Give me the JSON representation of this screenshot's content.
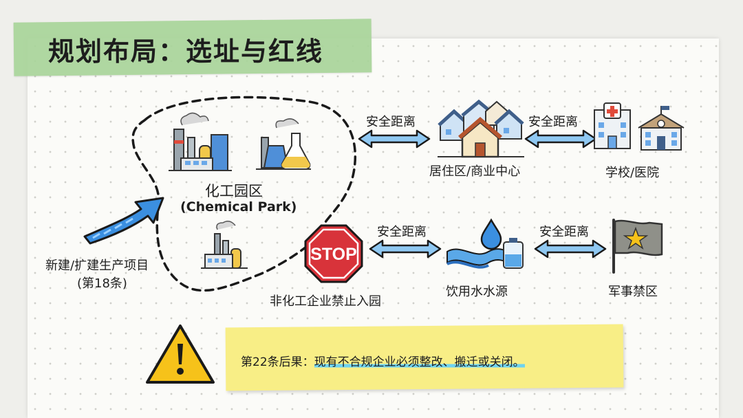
{
  "title": "规划布局：选址与红线",
  "chemical_park": {
    "label_cn": "化工园区",
    "label_en": "(Chemical Park)"
  },
  "new_project": {
    "line1": "新建/扩建生产项目",
    "line2": "(第18条)"
  },
  "stop": {
    "sign": "STOP",
    "caption": "非化工企业禁止入园"
  },
  "distance_label": "安全距离",
  "residential": "居住区/商业中心",
  "school_hospital": "学校/医院",
  "water_source": "饮用水水源",
  "military": "军事禁区",
  "note": {
    "prefix": "第22条后果：",
    "highlight": "现有不合规企业必须整改、搬迁或关闭。"
  },
  "colors": {
    "tape": "#a9d59a",
    "arrow": "#3b8fe0",
    "stop": "#d8333a",
    "note": "#f8ee86",
    "warning": "#f6c21a"
  },
  "icons": [
    "factory-icon",
    "chemical-flask-icon",
    "small-factory-icon",
    "stop-sign-icon",
    "houses-icon",
    "school-icon",
    "hospital-icon",
    "water-icon",
    "military-flag-icon",
    "warning-icon"
  ]
}
